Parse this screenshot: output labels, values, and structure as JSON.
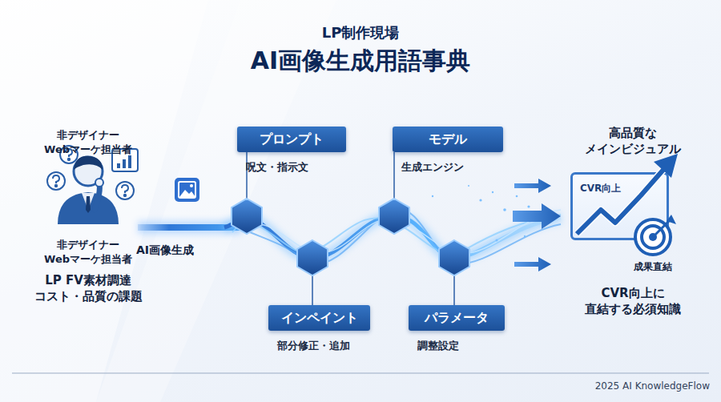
{
  "diagram": {
    "title": "AI画像生成用語事典",
    "caption": "2025 AI KnowledgeFlow",
    "nodes": [
      {
        "text": [
          "プロンプト",
          "呪文・指示文"
        ]
      },
      {
        "text": [
          "モデル",
          "生成エンジン"
        ]
      },
      {
        "text": [
          "インペイント",
          "部分修正・追加"
        ]
      },
      {
        "text": [
          "パラメータ",
          "調整設定"
        ]
      },
      {
        "text": [
          "CVR向上"
        ]
      }
    ],
    "labels": [
      "LP制作現場",
      "非デザイナー Webマーケ担当者",
      "非デザイナー Webマーケ担当者",
      "LP FV素材調達 コスト・品質の課題",
      "AI画像生成",
      "高品質な メインビジュアル",
      "成果直結",
      "CVR向上に 直結する必須知識"
    ]
  }
}
